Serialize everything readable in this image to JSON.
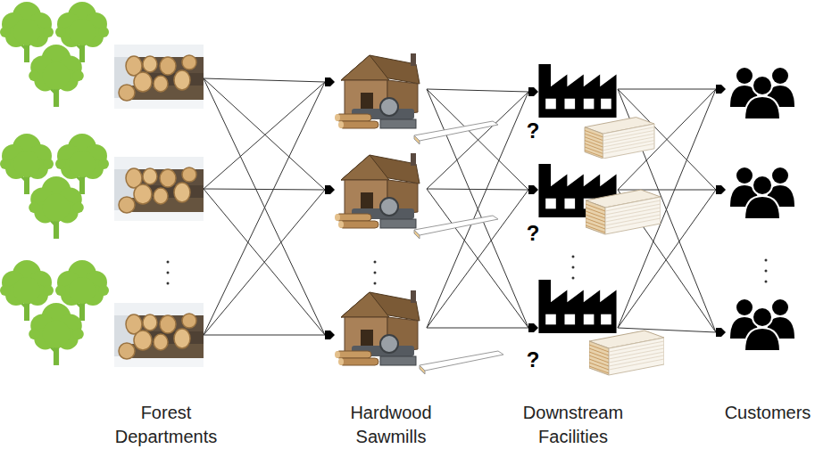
{
  "diagram": {
    "labels": [
      "Forest Departments",
      "Hardwood Sawmills",
      "Downstream Facilities",
      "Customers",
      "?",
      "?",
      "?"
    ]
  }
}
